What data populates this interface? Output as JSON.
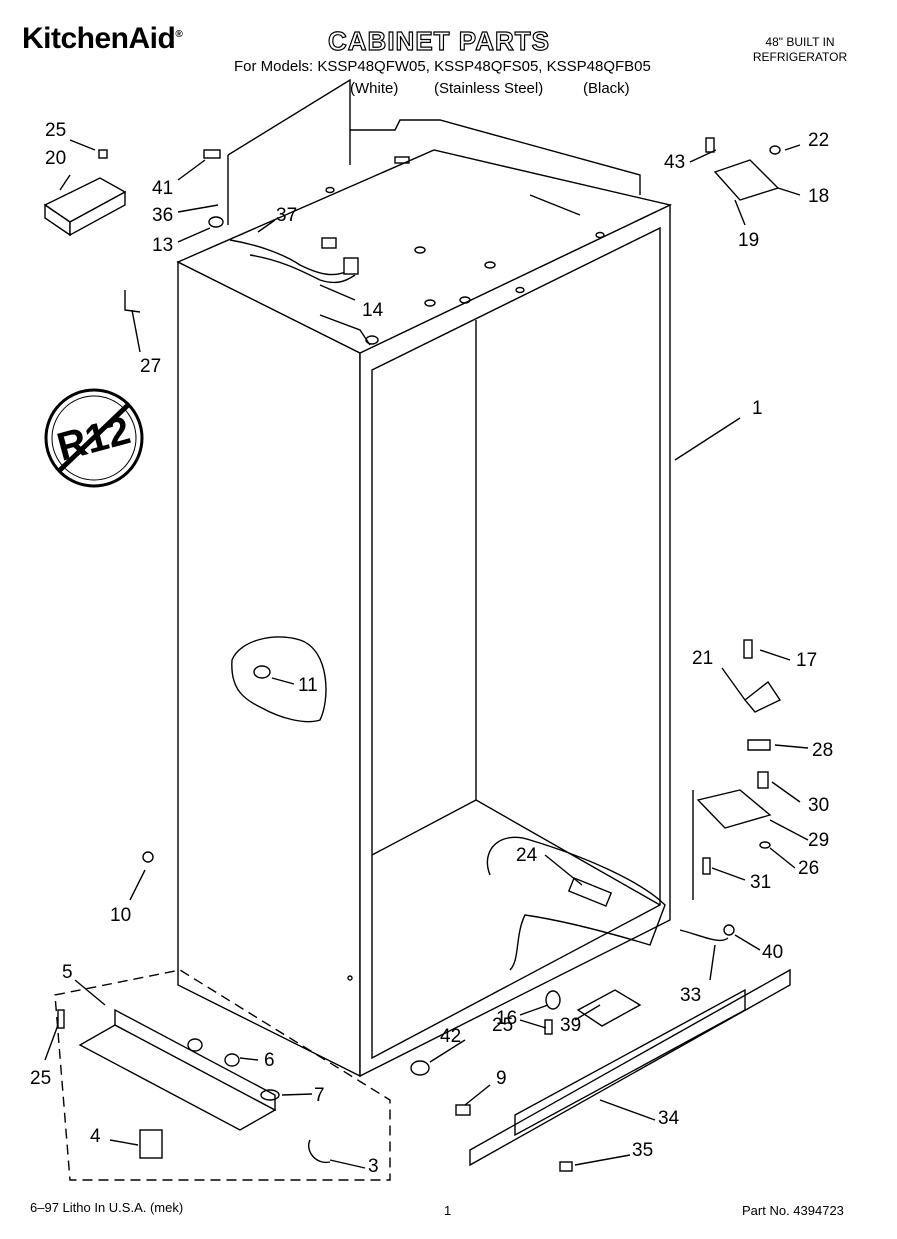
{
  "header": {
    "brand": "KitchenAid",
    "brand_mark": "®",
    "title": "CABINET PARTS",
    "models_line": "For Models: KSSP48QFW05, KSSP48QFS05, KSSP48QFB05",
    "model_variants": [
      "(White)",
      "(Stainless Steel)",
      "(Black)"
    ],
    "product_line1": "48\" BUILT IN",
    "product_line2": "REFRIGERATOR"
  },
  "badge": {
    "text": "R12",
    "icon": "no-r12-prohibition-icon"
  },
  "callouts": [
    "1",
    "3",
    "4",
    "5",
    "6",
    "7",
    "9",
    "10",
    "11",
    "13",
    "14",
    "16",
    "17",
    "18",
    "19",
    "20",
    "21",
    "22",
    "24",
    "25",
    "25",
    "25",
    "26",
    "27",
    "28",
    "29",
    "30",
    "31",
    "33",
    "34",
    "35",
    "36",
    "37",
    "39",
    "40",
    "41",
    "42",
    "43"
  ],
  "footer": {
    "litho": "6–97 Litho In U.S.A. (mek)",
    "page": "1",
    "part_no": "Part No. 4394723"
  }
}
